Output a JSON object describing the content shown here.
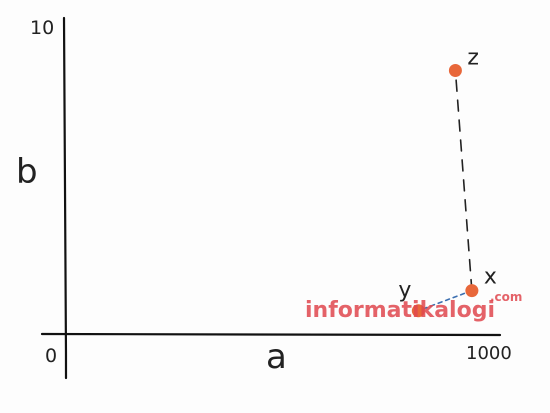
{
  "axes": {
    "x_label": "a",
    "y_label": "b",
    "x_min_label": "0",
    "x_max_label": "1000",
    "y_max_label": "10",
    "x_range": [
      0,
      1000
    ],
    "y_range": [
      0,
      10
    ]
  },
  "points": [
    {
      "label": "z",
      "x": 950,
      "y": 8.5
    },
    {
      "label": "x",
      "x": 990,
      "y": 1.4
    },
    {
      "label": "y",
      "x": 860,
      "y": 0.75
    }
  ],
  "connections": [
    {
      "from": "x",
      "to": "z",
      "style": "dashed-black"
    },
    {
      "from": "x",
      "to": "y",
      "style": "dashed-blue"
    }
  ],
  "colors": {
    "point": "#e8673a",
    "axis": "#111111",
    "dash_black": "#222222",
    "dash_blue": "#3b6fb0",
    "watermark": "#e0484f"
  },
  "watermark": {
    "main": "informatikalogi",
    "suffix": ".com"
  }
}
